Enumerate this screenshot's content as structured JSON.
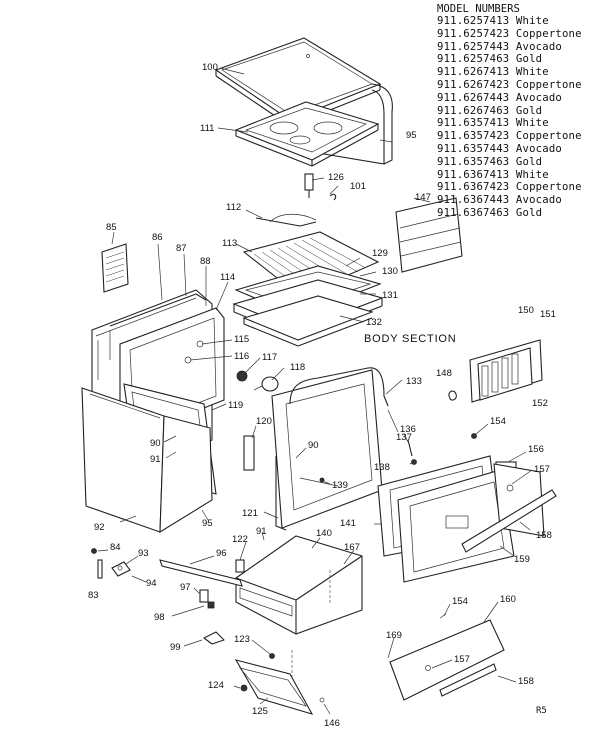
{
  "model_heading": "MODEL NUMBERS",
  "models": [
    "911.6257413 White",
    "911.6257423 Coppertone",
    "911.6257443 Avocado",
    "911.6257463 Gold",
    "911.6267413 White",
    "911.6267423 Coppertone",
    "911.6267443 Avocado",
    "911.6267463 Gold",
    "911.6357413 White",
    "911.6357423 Coppertone",
    "911.6357443 Avocado",
    "911.6357463 Gold",
    "911.6367413 White",
    "911.6367423 Coppertone",
    "911.6367443 Avocado",
    "911.6367463 Gold"
  ],
  "section_title": "BODY SECTION",
  "footer_code": "R5",
  "callouts": [
    "100",
    "111",
    "95",
    "126",
    "101",
    "147",
    "112",
    "85",
    "86",
    "87",
    "88",
    "114",
    "113",
    "129",
    "130",
    "131",
    "132",
    "115",
    "116",
    "117",
    "118",
    "150",
    "151",
    "148",
    "152",
    "133",
    "119",
    "90",
    "91",
    "120",
    "90",
    "139",
    "137",
    "136",
    "154",
    "138",
    "156",
    "157",
    "92",
    "95",
    "121",
    "91",
    "141",
    "140",
    "167",
    "158",
    "159",
    "84",
    "93",
    "83",
    "94",
    "96",
    "122",
    "97",
    "98",
    "99",
    "123",
    "124",
    "125",
    "146",
    "154",
    "160",
    "169",
    "157",
    "158"
  ]
}
